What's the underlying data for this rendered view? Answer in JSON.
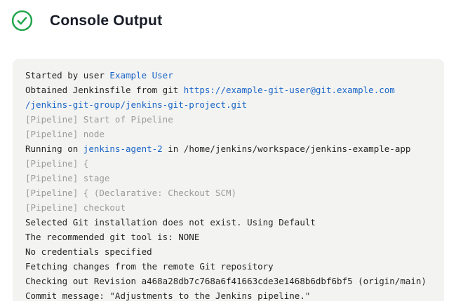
{
  "header": {
    "title": "Console Output",
    "status_icon": "check-circle-icon"
  },
  "colors": {
    "console_bg": "#f3f3f1",
    "text": "#262626",
    "muted": "#9b9b9b",
    "link": "#1964c8",
    "title": "#171c26",
    "success_green": "#1fa44a"
  },
  "console": {
    "lines": [
      {
        "segments": [
          {
            "type": "text",
            "text": "Started by user "
          },
          {
            "type": "link",
            "text": "Example User"
          }
        ]
      },
      {
        "segments": [
          {
            "type": "text",
            "text": "Obtained Jenkinsfile from git "
          },
          {
            "type": "link",
            "text": "https://example-git-user@git.example.com"
          }
        ]
      },
      {
        "segments": [
          {
            "type": "link",
            "text": "/jenkins-git-group/jenkins-git-project.git"
          }
        ]
      },
      {
        "segments": [
          {
            "type": "muted",
            "text": "[Pipeline] Start of Pipeline"
          }
        ]
      },
      {
        "segments": [
          {
            "type": "muted",
            "text": "[Pipeline] node"
          }
        ]
      },
      {
        "segments": [
          {
            "type": "text",
            "text": "Running on "
          },
          {
            "type": "link",
            "text": "jenkins-agent-2"
          },
          {
            "type": "text",
            "text": " in /home/jenkins/workspace/jenkins-example-app"
          }
        ]
      },
      {
        "segments": [
          {
            "type": "muted",
            "text": "[Pipeline] {"
          }
        ]
      },
      {
        "segments": [
          {
            "type": "muted",
            "text": "[Pipeline] stage"
          }
        ]
      },
      {
        "segments": [
          {
            "type": "muted",
            "text": "[Pipeline] { (Declarative: Checkout SCM)"
          }
        ]
      },
      {
        "segments": [
          {
            "type": "muted",
            "text": "[Pipeline] checkout"
          }
        ]
      },
      {
        "segments": [
          {
            "type": "text",
            "text": "Selected Git installation does not exist. Using Default"
          }
        ]
      },
      {
        "segments": [
          {
            "type": "text",
            "text": "The recommended git tool is: NONE"
          }
        ]
      },
      {
        "segments": [
          {
            "type": "text",
            "text": "No credentials specified"
          }
        ]
      },
      {
        "segments": [
          {
            "type": "text",
            "text": "Fetching changes from the remote Git repository"
          }
        ]
      },
      {
        "segments": [
          {
            "type": "text",
            "text": "Checking out Revision a468a28db7c768a6f41663cde3e1468b6dbf6bf5 (origin/main)"
          }
        ]
      },
      {
        "segments": [
          {
            "type": "text",
            "text": "Commit message: \"Adjustments to the Jenkins pipeline.\""
          }
        ]
      }
    ]
  }
}
